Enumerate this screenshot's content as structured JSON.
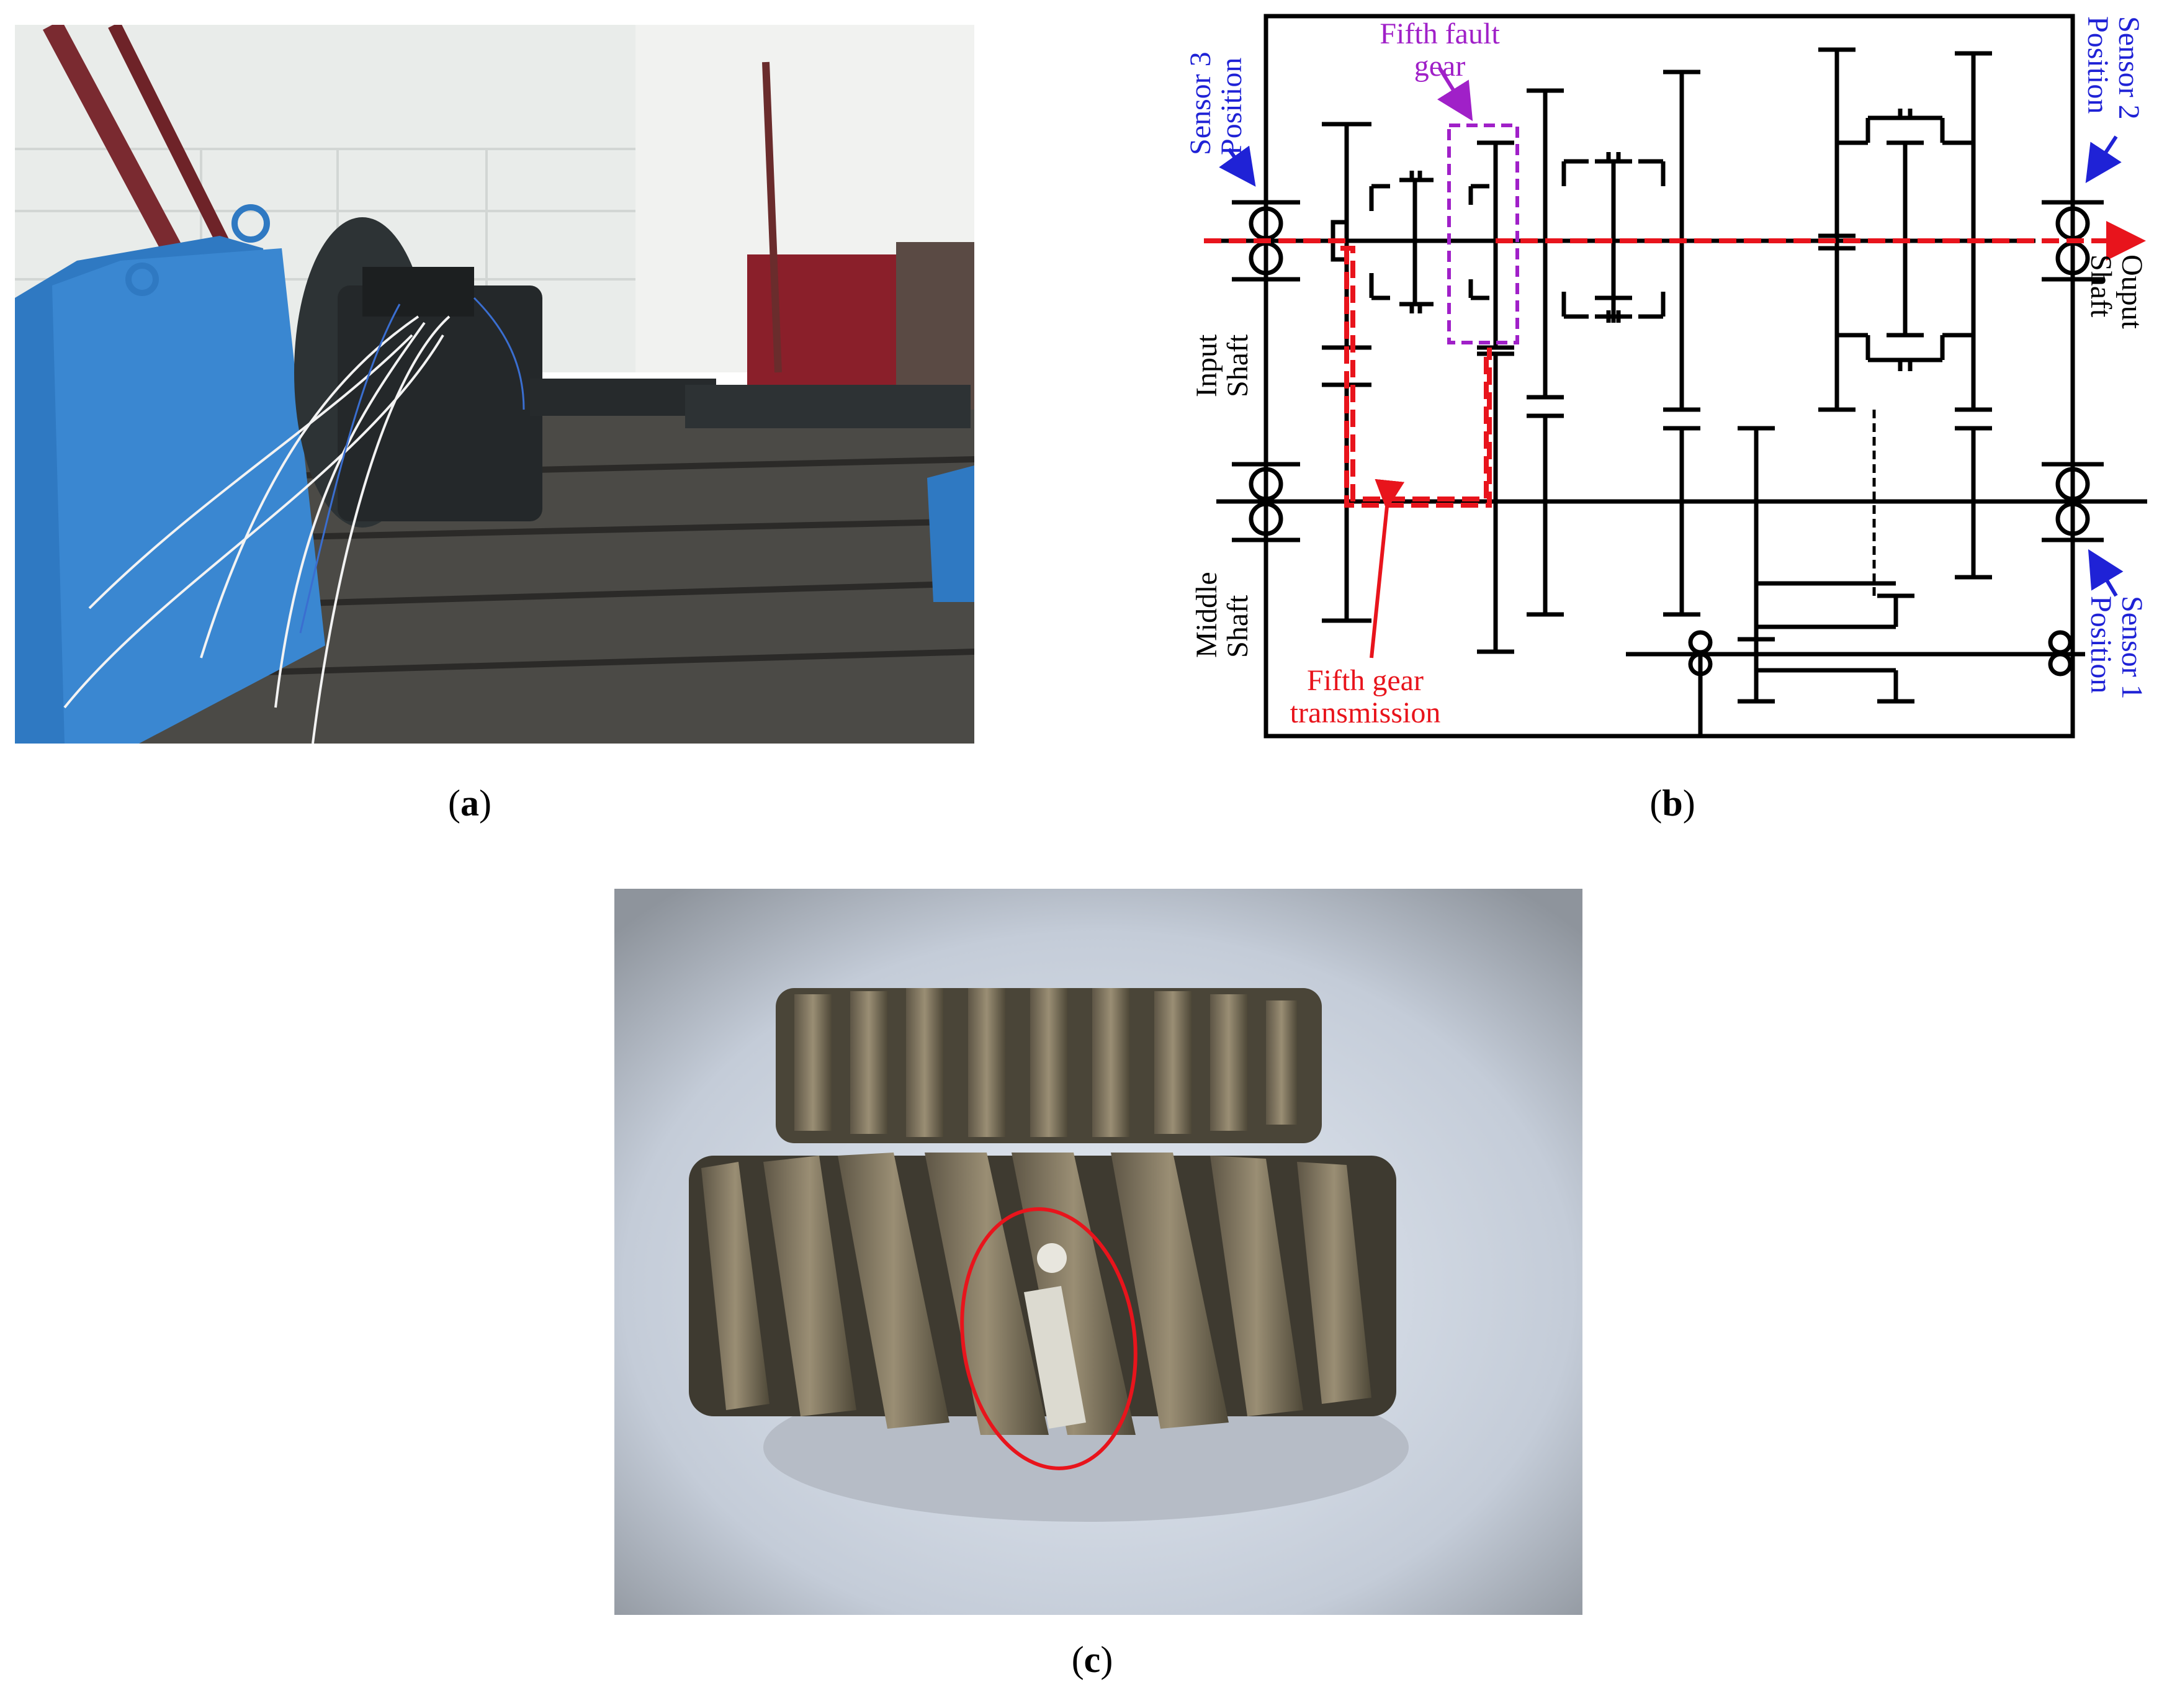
{
  "captions": {
    "a": {
      "open": "(",
      "letter": "a",
      "close": ")"
    },
    "b": {
      "open": "(",
      "letter": "b",
      "close": ")"
    },
    "c": {
      "open": "(",
      "letter": "c",
      "close": ")"
    }
  },
  "diagram": {
    "sensor3": [
      "Sensor 3",
      "Position"
    ],
    "fifth_fault": [
      "Fifth fault",
      "gear"
    ],
    "sensor2": [
      "Sensor 2",
      "Position"
    ],
    "input_shaft": [
      "Input",
      "Shaft"
    ],
    "output_shaft": [
      "Ouput",
      "Shaft"
    ],
    "middle_shaft": [
      "Middle",
      "Shaft"
    ],
    "fifth_transmission": [
      "Fifth gear",
      "transmission"
    ],
    "sensor1": [
      "Sensor 1",
      "Position"
    ]
  },
  "colors": {
    "red": "#e8141c",
    "blue": "#1f22d6",
    "purple": "#a020c8",
    "line": "#000000"
  }
}
